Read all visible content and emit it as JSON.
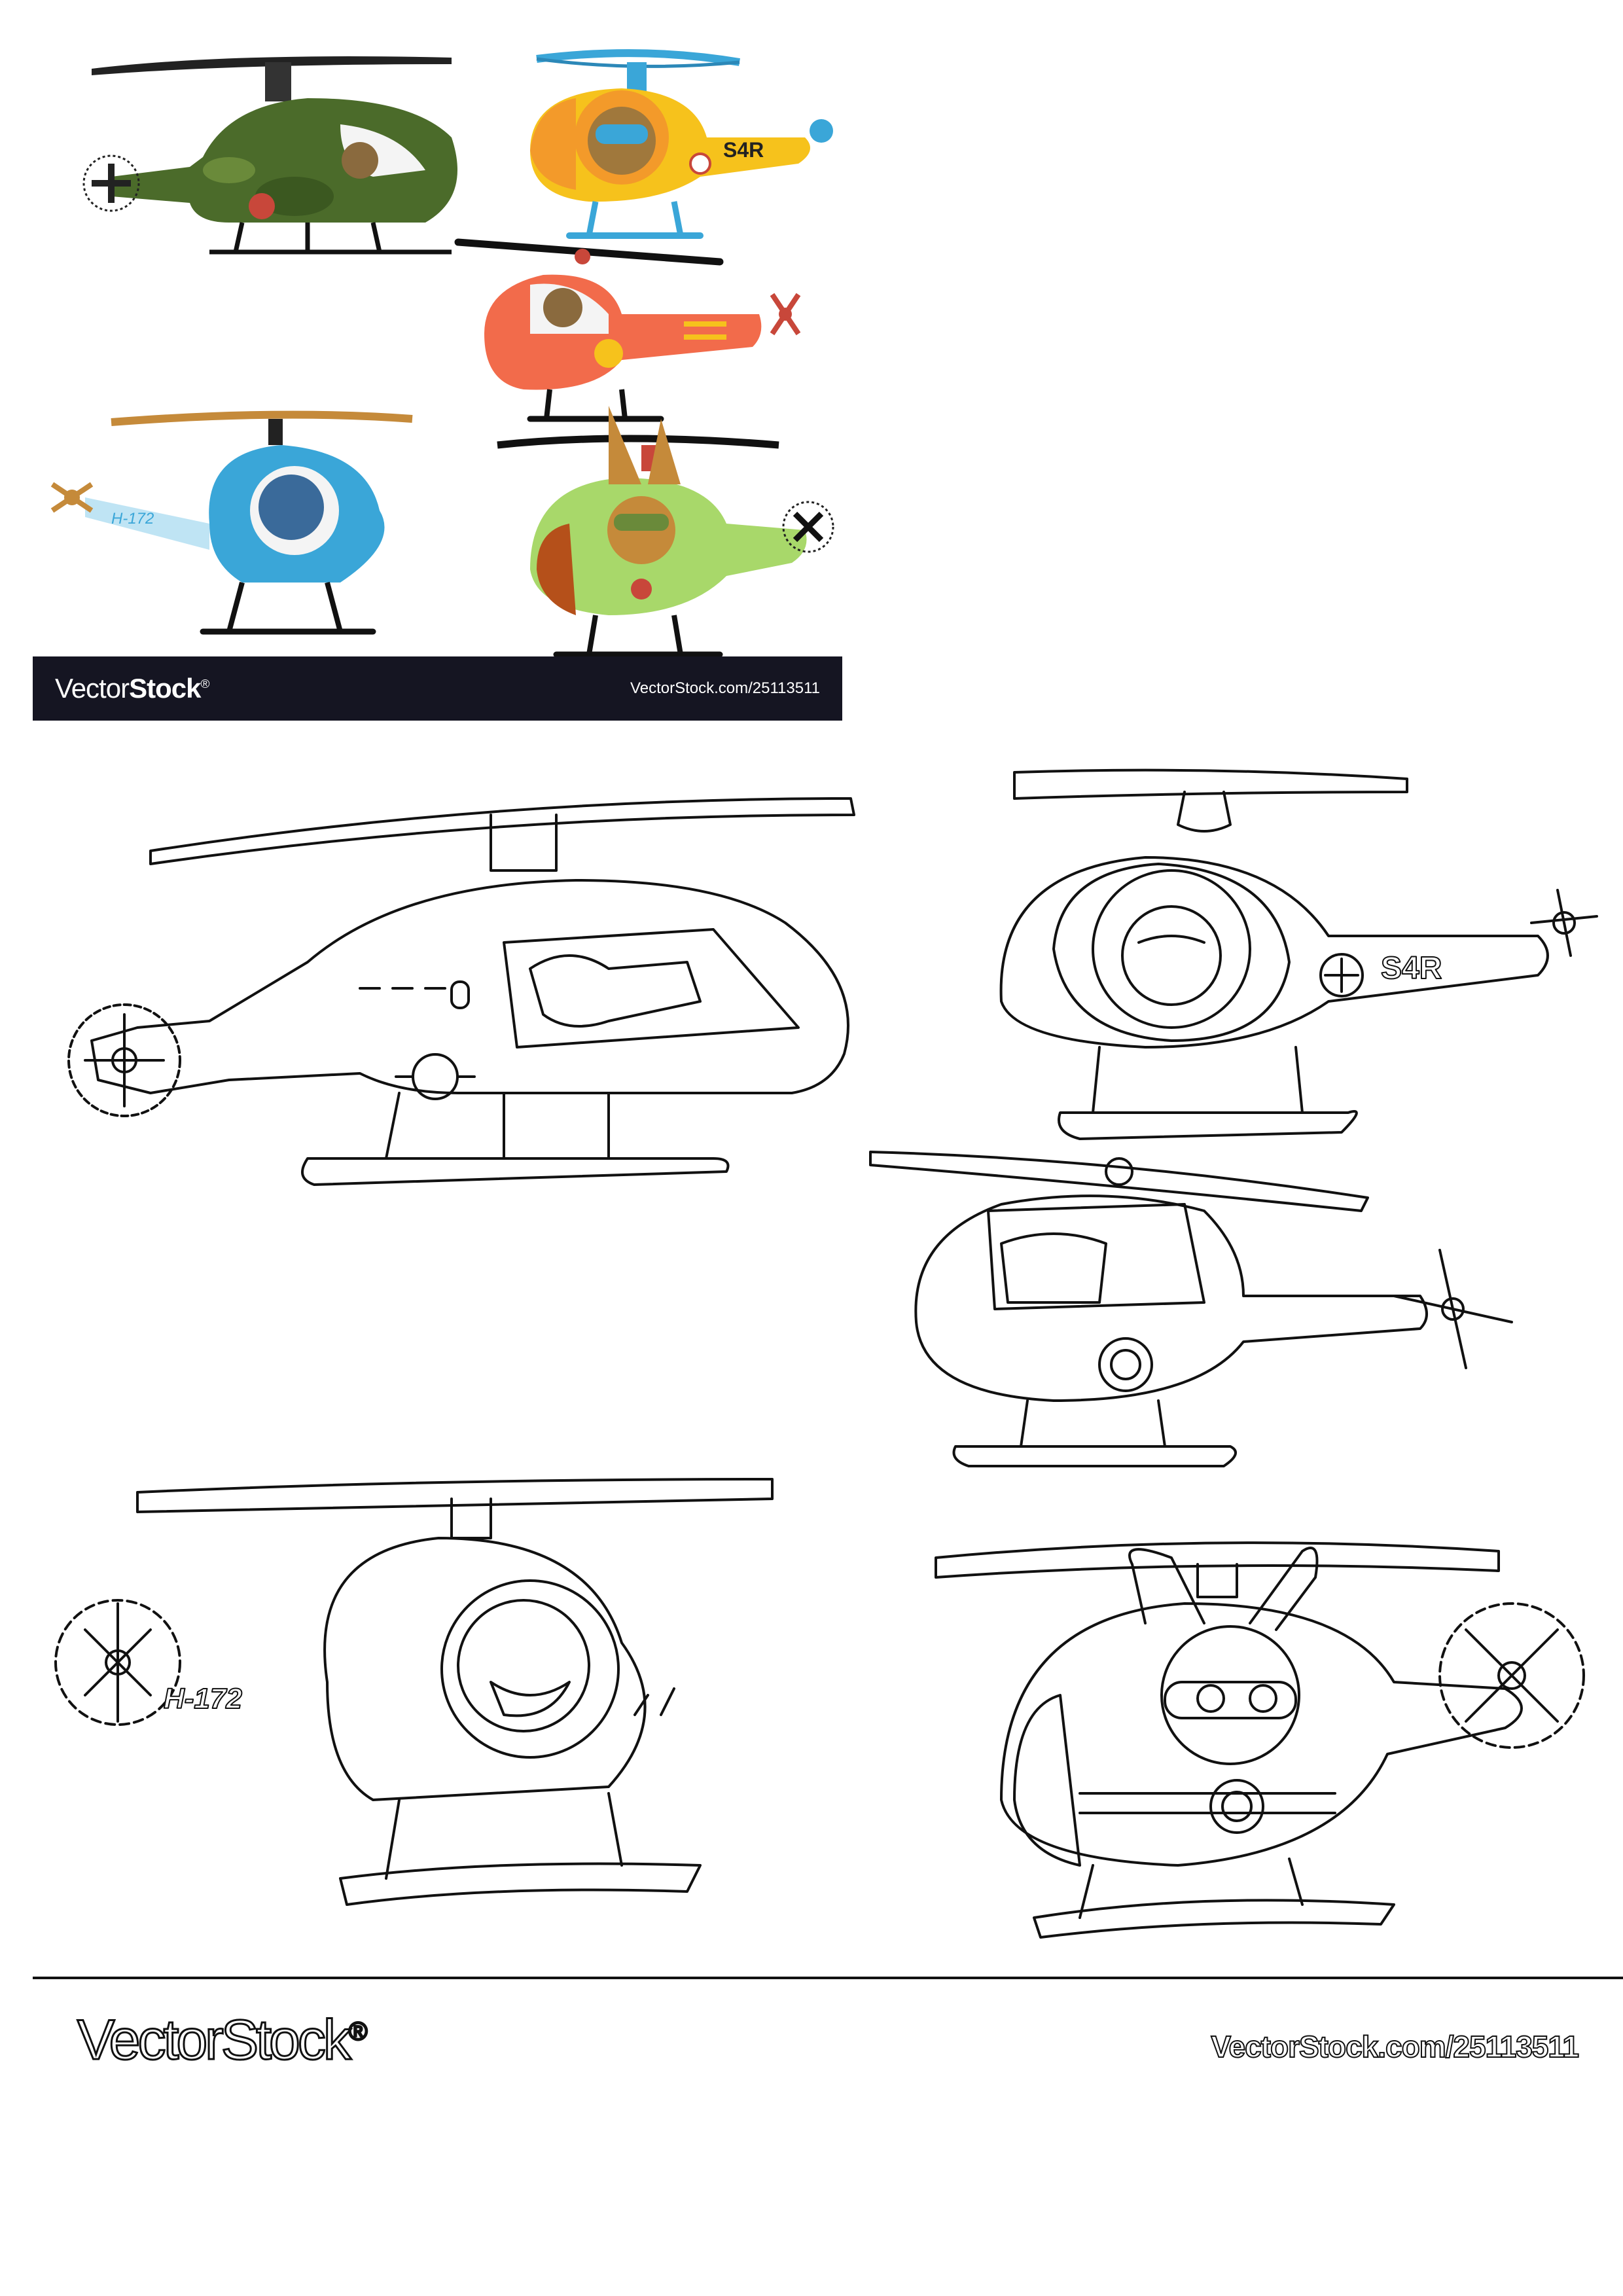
{
  "color_panel": {
    "banner_logo_part1": "Vector",
    "banner_logo_part2": "Stock",
    "banner_logo_mark": "®",
    "banner_url": "VectorStock.com/25113511",
    "helicopters": [
      {
        "name": "camo-helicopter",
        "pilot": "crocodile",
        "body_color": "#4b6b2a"
      },
      {
        "name": "yellow-helicopter",
        "pilot": "lion",
        "body_color": "#f6c21c",
        "tail_text": "S4R"
      },
      {
        "name": "orange-helicopter",
        "pilot": "monkey",
        "body_color": "#f26b4b"
      },
      {
        "name": "blue-helicopter",
        "pilot": "duck",
        "body_color": "#3aa6d8",
        "tail_text": "H-172"
      },
      {
        "name": "green-helicopter",
        "pilot": "rabbit",
        "body_color": "#a8d86a"
      }
    ]
  },
  "line_panel": {
    "tail_text_lion": "S4R",
    "tail_text_duck": "H-172"
  },
  "footer": {
    "logo": "VectorStock",
    "logo_mark": "®",
    "url": "VectorStock.com/25113511"
  }
}
